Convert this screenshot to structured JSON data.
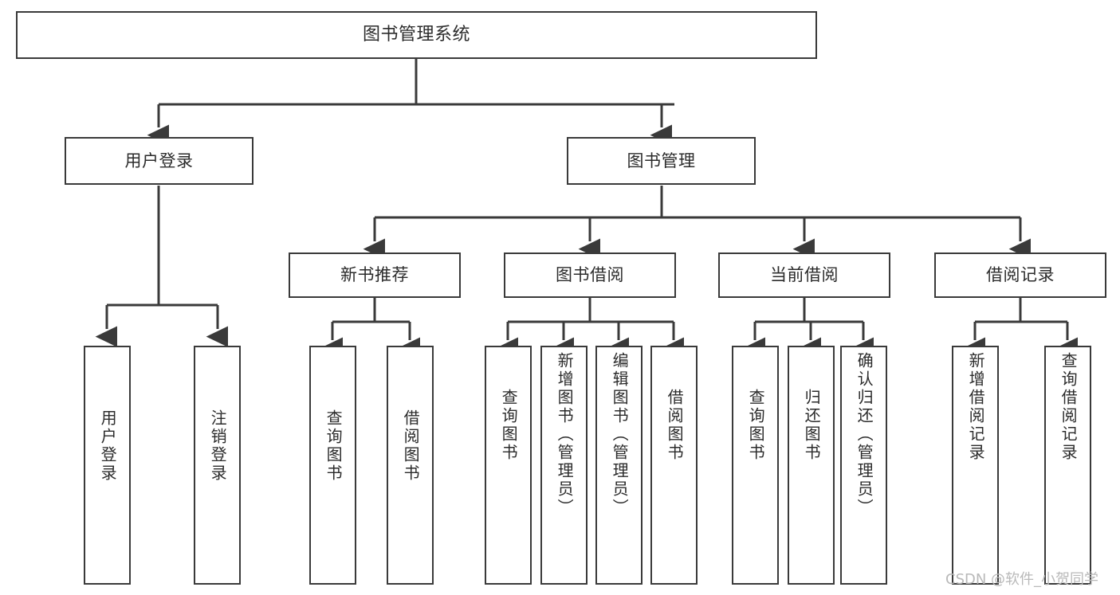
{
  "diagram": {
    "title": "图书管理系统",
    "type": "tree-hierarchy",
    "root": {
      "id": "root",
      "label": "图书管理系统"
    },
    "level2": [
      {
        "id": "user-login",
        "label": "用户登录"
      },
      {
        "id": "book-manage",
        "label": "图书管理"
      }
    ],
    "level3": [
      {
        "id": "new-book-recommend",
        "label": "新书推荐",
        "parent": "book-manage"
      },
      {
        "id": "book-borrow",
        "label": "图书借阅",
        "parent": "book-manage"
      },
      {
        "id": "current-borrow",
        "label": "当前借阅",
        "parent": "book-manage"
      },
      {
        "id": "borrow-record",
        "label": "借阅记录",
        "parent": "book-manage"
      }
    ],
    "leaves": [
      {
        "id": "leaf-user-login",
        "label": "用户登录",
        "parent": "user-login"
      },
      {
        "id": "leaf-logout",
        "label": "注销登录",
        "parent": "user-login"
      },
      {
        "id": "leaf-query-book-1",
        "label": "查询图书",
        "parent": "new-book-recommend"
      },
      {
        "id": "leaf-borrow-book-1",
        "label": "借阅图书",
        "parent": "new-book-recommend"
      },
      {
        "id": "leaf-query-book-2",
        "label": "查询图书",
        "parent": "book-borrow"
      },
      {
        "id": "leaf-add-book",
        "label": "新增图书（管理员）",
        "parent": "book-borrow"
      },
      {
        "id": "leaf-edit-book",
        "label": "编辑图书（管理员）",
        "parent": "book-borrow"
      },
      {
        "id": "leaf-borrow-book-2",
        "label": "借阅图书",
        "parent": "book-borrow"
      },
      {
        "id": "leaf-query-book-3",
        "label": "查询图书",
        "parent": "current-borrow"
      },
      {
        "id": "leaf-return-book",
        "label": "归还图书",
        "parent": "current-borrow"
      },
      {
        "id": "leaf-confirm-return",
        "label": "确认归还（管理员）",
        "parent": "current-borrow"
      },
      {
        "id": "leaf-add-record",
        "label": "新增借阅记录",
        "parent": "borrow-record"
      },
      {
        "id": "leaf-query-record",
        "label": "查询借阅记录",
        "parent": "borrow-record"
      }
    ]
  },
  "watermark": {
    "text": "CSDN @软件_小贺同学"
  },
  "colors": {
    "stroke": "#3a3a3a",
    "text": "#2b2b2b",
    "background": "#ffffff",
    "watermark": "#b9b9b9"
  }
}
